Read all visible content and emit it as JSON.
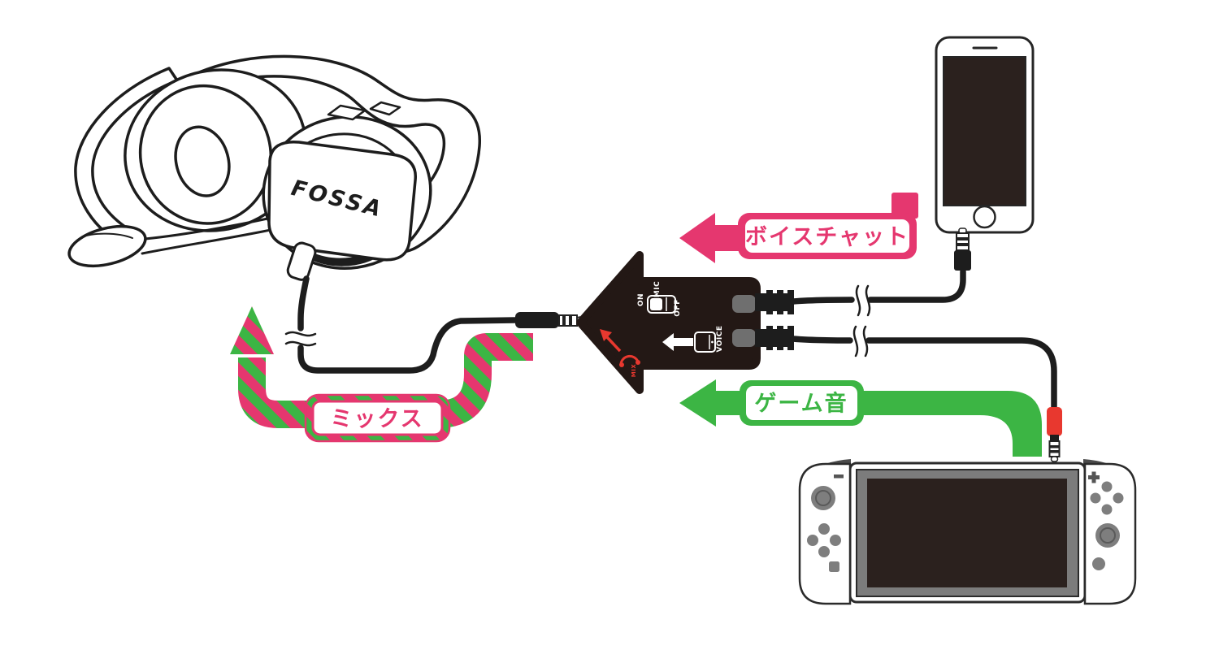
{
  "colors": {
    "pink": "#e5376f",
    "green": "#3cb544",
    "device_black": "#231815",
    "cable_black": "#1d1d1d",
    "red_accent": "#e8382f",
    "screen_dark": "#2b211e",
    "bezel_gray": "#7c7c7c",
    "button_gray": "#7e7e7e",
    "port_gray": "#6f6f6f",
    "rail_dark": "#4b4b4b",
    "background": "#ffffff"
  },
  "arrows": {
    "voice_chat": {
      "text": "ボイスチャット",
      "direction": "left",
      "style": "solid-pink"
    },
    "game_sound": {
      "text": "ゲーム音",
      "direction": "left",
      "style": "solid-green"
    },
    "mix": {
      "text": "ミックス",
      "direction": "up",
      "style": "pink-green-diagonal-stripes"
    }
  },
  "mixer": {
    "switch": {
      "on": "ON",
      "mic": "MIC",
      "off": "OFF"
    },
    "voice_port_label": "VOICE",
    "mix_output_label": "MIX"
  },
  "headset": {
    "logo": "FOSSA"
  },
  "devices": {
    "headset": "gaming-headset-line-art",
    "mixer": "arrow-shaped-mix-adapter",
    "phone": "smartphone",
    "console": "nintendo-switch"
  }
}
